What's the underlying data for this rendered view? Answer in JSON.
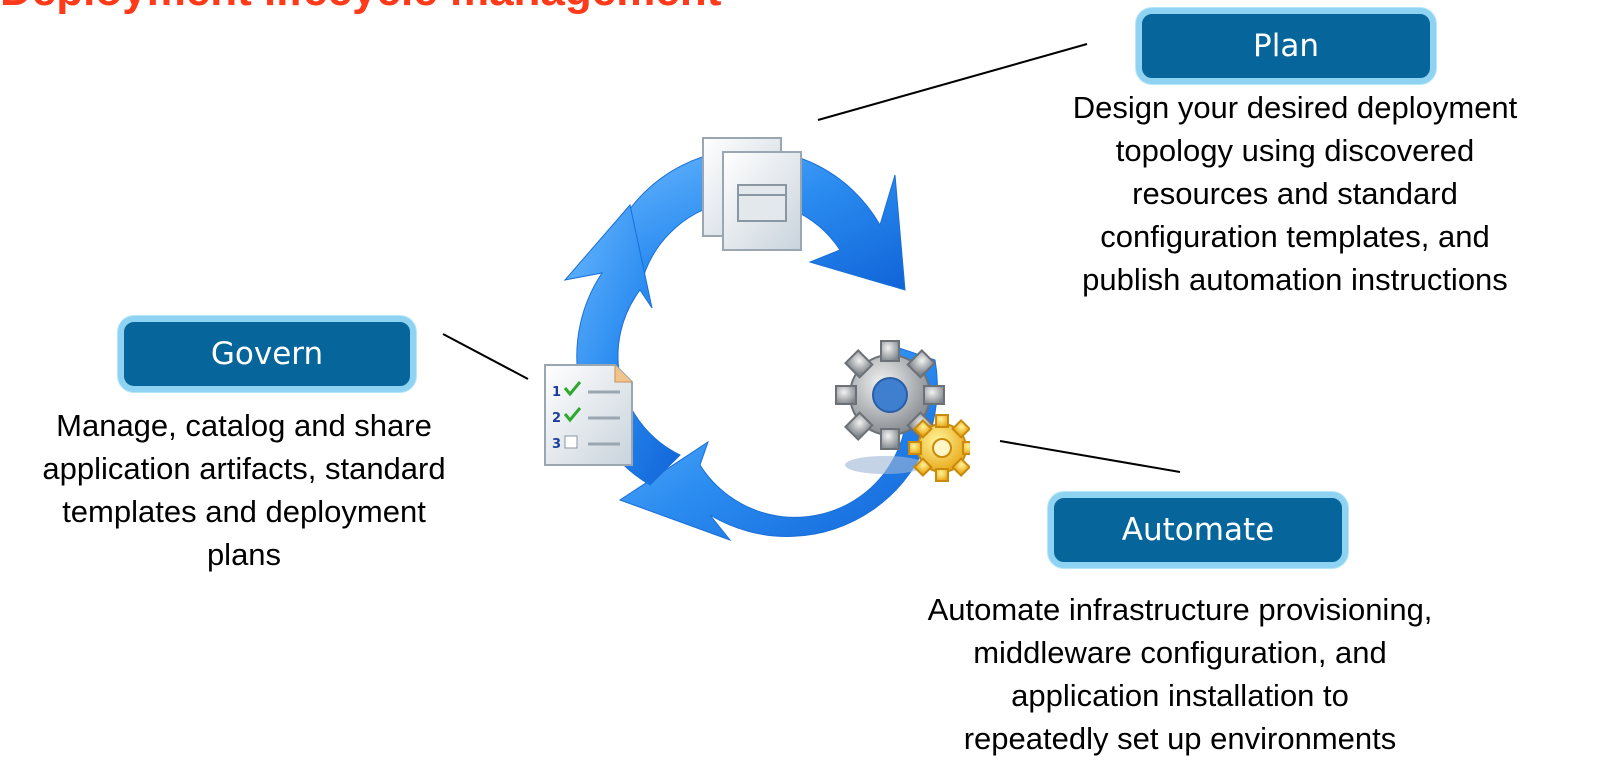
{
  "header": {
    "title": "Deployment lifecycle management"
  },
  "stages": {
    "plan": {
      "label": "Plan",
      "description": [
        "Design your desired deployment",
        "topology using discovered",
        "resources and standard",
        "configuration templates, and",
        "publish automation instructions"
      ]
    },
    "govern": {
      "label": "Govern",
      "description": [
        "Manage, catalog and share",
        "application artifacts, standard",
        "templates and deployment",
        "plans"
      ]
    },
    "automate": {
      "label": "Automate",
      "description": [
        "Automate infrastructure provisioning,",
        "middleware configuration, and",
        "application installation to",
        "repeatedly set up environments"
      ]
    }
  },
  "icons": {
    "plan": "documents-stack-icon",
    "govern": "checklist-icon",
    "automate": "gears-icon"
  },
  "colors": {
    "pill_fill": "#06659a",
    "pill_border": "#8fd3f2",
    "arrow_blue": "#2e8ff0",
    "title_red": "#ff3a1a"
  }
}
